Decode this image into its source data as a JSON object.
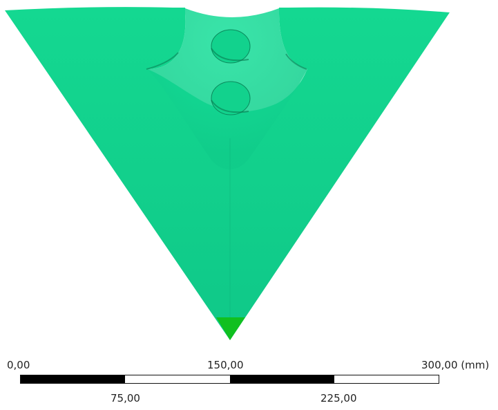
{
  "model": {
    "body_color": "#11d68f",
    "body_shade_color": "#0ec485",
    "tip_color": "#10c020",
    "pipe_color": "#ffffff",
    "pad_count": 2
  },
  "scale": {
    "top_labels": [
      "0,00",
      "150,00",
      "300,00 (mm)"
    ],
    "bottom_labels": [
      "75,00",
      "225,00"
    ],
    "segments": [
      "black",
      "white",
      "black",
      "white"
    ]
  }
}
